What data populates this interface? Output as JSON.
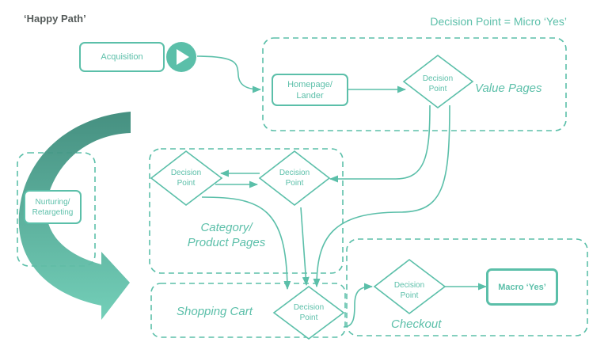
{
  "title": "‘Happy Path’",
  "legend": "Decision Point = Micro ‘Yes’",
  "colors": {
    "accent": "#5bbfa9",
    "dark_accent": "#3c8a7a",
    "title": "#555b5a"
  },
  "nodes": {
    "acquisition": "Acquisition",
    "homepage": "Homepage/\nLander",
    "nurturing": "Nurturing/\nRetargeting",
    "macro_yes": "Macro ‘Yes’",
    "decision": "Decision\nPoint"
  },
  "zones": {
    "value_pages": "Value Pages",
    "category": "Category/\nProduct Pages",
    "shopping_cart": "Shopping Cart",
    "checkout": "Checkout"
  },
  "icons": {
    "play": "play-icon",
    "curved_arrow": "curved-arrow-icon"
  }
}
